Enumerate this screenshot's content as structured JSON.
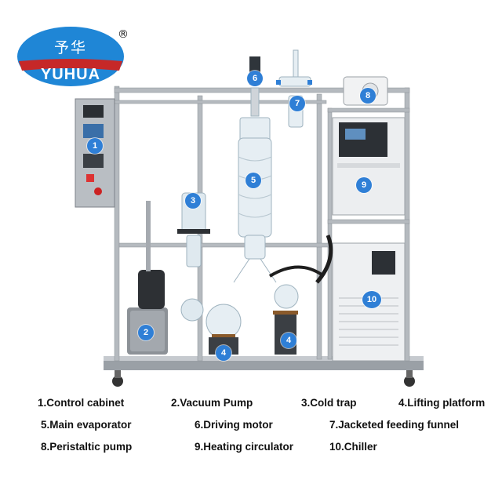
{
  "brand": {
    "name_cn": "予华",
    "name_en": "YUHUA",
    "registered_mark": "®",
    "ellipse_color": "#1f86d6",
    "band_color": "#c62828"
  },
  "callouts": [
    "1",
    "2",
    "3",
    "4",
    "4",
    "5",
    "6",
    "7",
    "8",
    "9",
    "10"
  ],
  "legend": [
    [
      "1.Control cabinet",
      "2.Vacuum  Pump",
      "3.Cold trap",
      "4.Lifting platform"
    ],
    [
      "5.Main evaporator",
      "6.Driving  motor",
      "7.Jacketed feeding funnel"
    ],
    [
      "8.Peristaltic pump",
      "9.Heating circulator",
      "10.Chiller"
    ]
  ],
  "colors": {
    "callout_fill": "#2f7fd6",
    "frame_steel": "#a9aeb3",
    "chiller_body": "#eef0f2",
    "glass": "#dfe9ef"
  }
}
